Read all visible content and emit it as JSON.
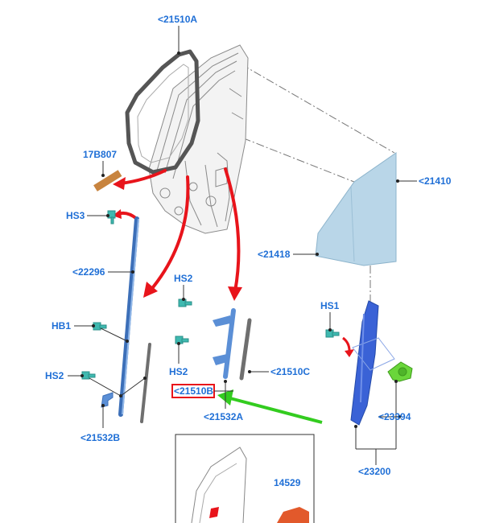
{
  "labels": {
    "l21510A": "<21510A",
    "l17B807": "17B807",
    "l21410": "<21410",
    "hs3": "HS3",
    "l22296": "<22296",
    "l21418": "<21418",
    "hs2_top": "HS2",
    "hs1": "HS1",
    "hb1": "HB1",
    "hs2_mid": "HS2",
    "l21510C": "<21510C",
    "hs2_left": "HS2",
    "l21510B": "<21510B",
    "l21532A": "<21532A",
    "l23394": "<23394",
    "l21532B": "<21532B",
    "l23200": "<23200",
    "l14529": "14529"
  },
  "colors": {
    "label": "#1f6fd6",
    "arrow_red": "#e8141b",
    "arrow_green": "#33cc1f",
    "glass": "#b9d6e8",
    "rail_blue": "#5b8fd6",
    "regulator_blue": "#3a62d6",
    "clip_teal": "#3fb9b0",
    "motor_green": "#6ad63a",
    "seal_gray": "#6f6f6f",
    "highlight_box": "#e8141b",
    "pad_orange": "#c8843f"
  }
}
